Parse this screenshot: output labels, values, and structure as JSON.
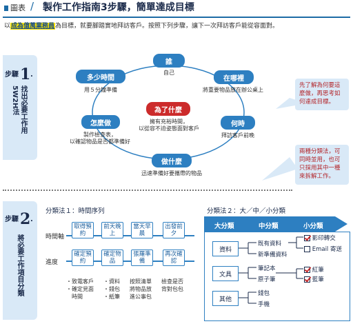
{
  "header": {
    "tag": "圖表",
    "slash": "/",
    "title": "製作工作指南3步驟，簡單達成目標"
  },
  "intro": {
    "pre": "以",
    "highlight": "成為億萬業務員",
    "post": "為目標，就要腳踏實地拜訪客戶。按照下列步驟，讓下一次拜訪客戶能從容面對。"
  },
  "step1": {
    "label": "步驟",
    "number": "1",
    "dot": ".",
    "vertical": "找出必要工作用5W2H法",
    "center": {
      "label": "為了什麼",
      "caption": [
        "擁有充裕時間，",
        "以從容不迫姿態面對客戶"
      ]
    },
    "items": [
      {
        "label": "誰",
        "caption": [
          "自己"
        ]
      },
      {
        "label": "在哪裡",
        "caption": [
          "將重要物品放在辦公桌上"
        ]
      },
      {
        "label": "何時",
        "caption": [
          "拜訪客戶前晚"
        ]
      },
      {
        "label": "做什麼",
        "caption": [
          "迅速準備好要攜帶的物品"
        ]
      },
      {
        "label": "怎麼做",
        "caption": [
          "製作檢查表，",
          "以確認物品是否都準備好"
        ]
      },
      {
        "label": "多少時間",
        "caption": [
          "用５分鐘準備"
        ]
      }
    ],
    "note": [
      "先了解為何要這",
      "麼做，再思考如",
      "何達成目標。"
    ]
  },
  "step2": {
    "label": "步驟",
    "number": "2",
    "dot": ".",
    "vertical": "將必要工作項目分類",
    "note": [
      "兩種分類法，可",
      "同時並用，也可",
      "只採用其中一種",
      "來拆解工作。"
    ],
    "method1": {
      "title": "分類法１：時間序列",
      "row_time": "時間軸",
      "row_progress": "進度",
      "time": [
        "取得預約",
        "前天晚上",
        "當天早晨",
        "出發前夕"
      ],
      "progress": [
        "確定預約",
        "確定物品",
        "張羅準備",
        "再次確認"
      ],
      "details": [
        [
          "・致電客戶",
          "・確定見面",
          "　時間"
        ],
        [
          "・資料",
          "・錢包",
          "・紙筆"
        ],
        [
          "按照清單",
          "將物品放",
          "進公事包"
        ],
        [
          "檢查是否",
          "背對包包"
        ]
      ]
    },
    "method2": {
      "title": "分類法２：大／中／小分類",
      "headers": [
        "大分類",
        "中分類",
        "小分類"
      ],
      "groups": [
        {
          "major": "資料",
          "mid": [
            "既有資料",
            "新準備資料"
          ],
          "minor": [
            "影印轉交",
            "Email 寄送"
          ]
        },
        {
          "major": "文具",
          "mid": [
            "筆記本",
            "原子筆"
          ],
          "minor": [
            "紅筆",
            "藍筆"
          ]
        },
        {
          "major": "其他",
          "mid": [
            "錢包",
            "手機"
          ],
          "minor": []
        }
      ]
    }
  },
  "colors": {
    "blue": "#2d7fc1",
    "red": "#cc2b2b",
    "navy": "#1a2a4a",
    "light": "#d9e9f7",
    "highlight": "#f6e200"
  }
}
